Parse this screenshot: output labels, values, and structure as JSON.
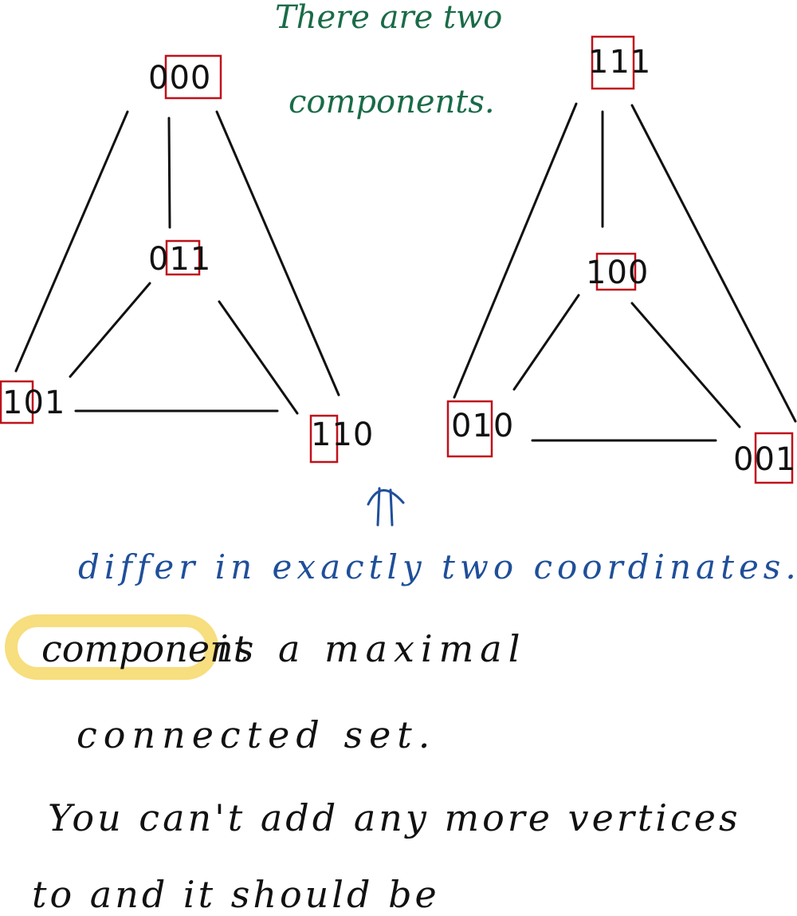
{
  "notes": {
    "title_line1": "There are two",
    "title_line2": "components.",
    "differ": "differ in exactly two coordinates.",
    "def_line1_word": "component",
    "def_line1_rest": "is a maximal",
    "def_line2": "connected set.",
    "def_line3": "You can't add any more vertices",
    "def_line4": "to and it should be"
  },
  "vertices": {
    "v000": "000",
    "v011": "011",
    "v101": "101",
    "v110": "110",
    "v111": "111",
    "v100": "100",
    "v010": "010",
    "v001": "001"
  },
  "colors": {
    "green_ink": "#1a6b48",
    "blue_ink": "#1f4f9a",
    "black_ink": "#111111",
    "red_box": "#c0111a",
    "highlight": "#f6d867"
  }
}
